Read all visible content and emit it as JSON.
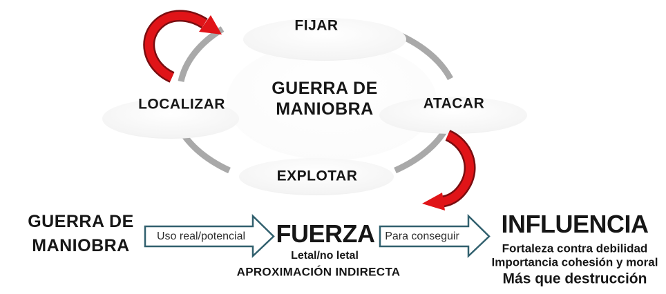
{
  "colors": {
    "arc_gray": "#a9a9a9",
    "arrow_red": "#e01418",
    "arrow_red_dark": "#7a0d10",
    "block_arrow_outline": "#31606e",
    "block_arrow_fill": "#ffffff"
  },
  "cycle": {
    "center_line1": "GUERRA DE",
    "center_line2": "MANIOBRA",
    "nodes": {
      "fijar": "FIJAR",
      "atacar": "ATACAR",
      "explotar": "EXPLOTAR",
      "localizar": "LOCALIZAR"
    }
  },
  "flow": {
    "source_line1": "GUERRA DE",
    "source_line2": "MANIOBRA",
    "arrow1_label": "Uso real/potencial",
    "fuerza_title": "FUERZA",
    "fuerza_sub": "Letal/no letal",
    "fuerza_approach": "APROXIMACIÓN INDIRECTA",
    "arrow2_label": "Para conseguir",
    "influencia_title": "INFLUENCIA",
    "influencia_points": [
      "Fortaleza contra debilidad",
      "Importancia cohesión y moral",
      "Más que destrucción"
    ]
  }
}
